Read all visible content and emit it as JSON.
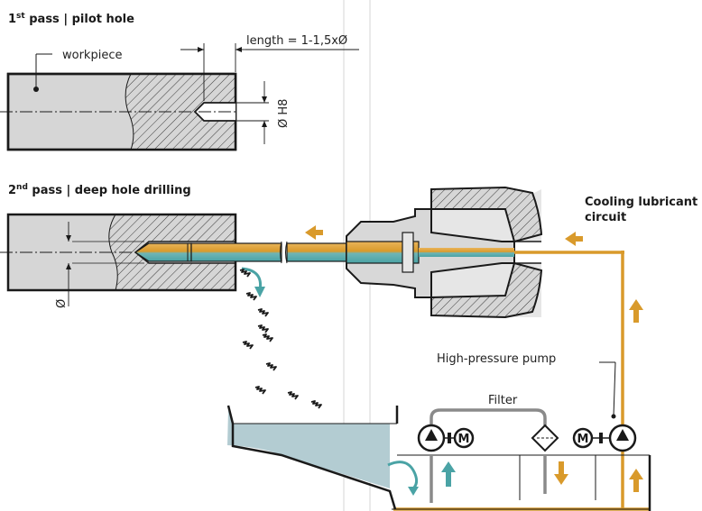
{
  "titles": {
    "pass1_num": "1",
    "pass1_sup": "st",
    "pass1_text": " pass | pilot hole",
    "pass2_num": "2",
    "pass2_sup": "nd",
    "pass2_text": " pass | deep hole drilling"
  },
  "labels": {
    "workpiece": "workpiece",
    "length": "length = 1-1,5xØ",
    "h8": "Ø H8",
    "diameter": "Ø",
    "cooling_line1": "Cooling lubricant",
    "cooling_line2": "circuit",
    "pump": "High-pressure pump",
    "filter": "Filter",
    "motor_m": "M"
  },
  "colors": {
    "orange": "#d99a2b",
    "teal": "#4aa3a5",
    "tank_fluid": "#b3ccd2",
    "gray_pipe": "#8a8a8a",
    "workpiece_fill": "#d6d6d6"
  }
}
